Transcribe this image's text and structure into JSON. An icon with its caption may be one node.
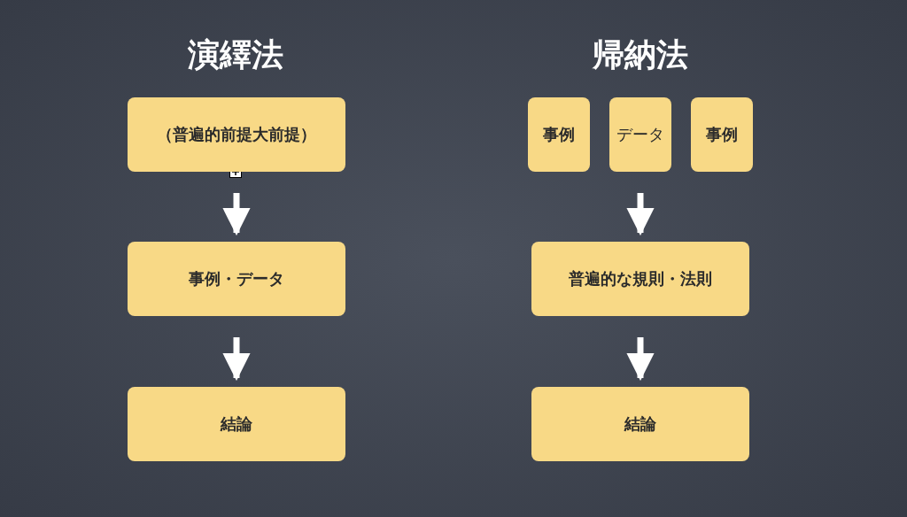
{
  "diagram": {
    "nodes": [
      {
        "text": [
          "（普遍的前提大前提）"
        ]
      },
      {
        "text": [
          "事例・データ"
        ]
      },
      {
        "text": [
          "結論"
        ]
      },
      {
        "text": [
          "事例"
        ]
      },
      {
        "text": [
          "データ"
        ]
      },
      {
        "text": [
          "事例"
        ]
      },
      {
        "text": [
          "普遍的な規則・法則"
        ]
      },
      {
        "text": [
          "結論"
        ]
      }
    ],
    "edges": [
      {
        "from": 0,
        "to": 1,
        "arrow": "to"
      },
      {
        "from": 1,
        "to": 2,
        "arrow": "to"
      },
      {
        "from": 4,
        "to": 6,
        "arrow": "to"
      },
      {
        "from": 6,
        "to": 7,
        "arrow": "to"
      }
    ],
    "labels": [
      "演繹法",
      "帰納法"
    ]
  }
}
